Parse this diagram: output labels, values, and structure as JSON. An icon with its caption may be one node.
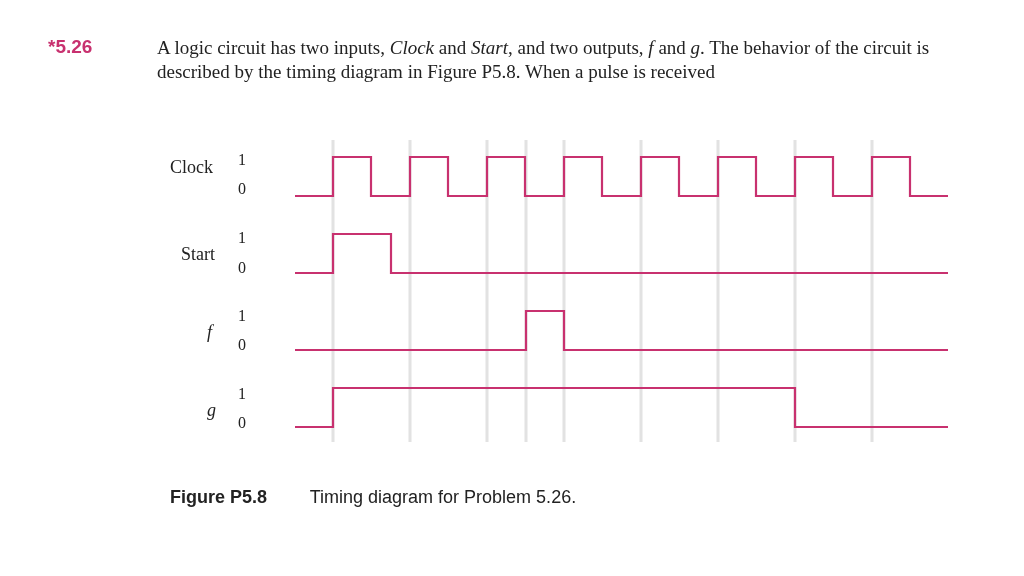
{
  "diagram": {
    "caption": "**Figure P5.8** Timing diagram for Problem 5.26.",
    "labels": [
      "*5.26",
      "A logic circuit has two inputs, *Clock* and *Start*, and two outputs, *f* and *g*. The behavior of the circuit is described by the timing diagram in Figure P5.8. When a pulse is received",
      "Clock",
      "1",
      "0",
      "Start",
      "1",
      "0",
      "f",
      "1",
      "0",
      "g",
      "1",
      "0"
    ]
  }
}
